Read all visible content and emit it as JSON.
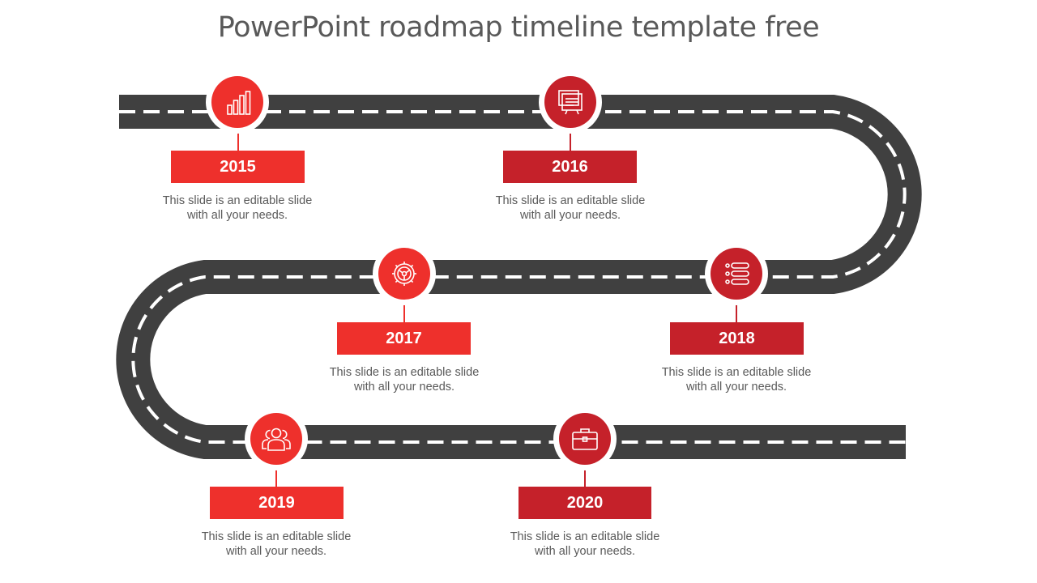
{
  "title": "PowerPoint roadmap timeline template free",
  "colors": {
    "road": "#404040",
    "lane_marking": "#ffffff",
    "accent_bright": "#ee302c",
    "accent_dark": "#c5212a",
    "text": "#595959"
  },
  "milestones": [
    {
      "year": "2015",
      "description": "This slide is an editable slide with all your needs.",
      "icon": "bar-chart-icon",
      "color": "#ee302c"
    },
    {
      "year": "2016",
      "description": "This slide is an editable slide with all your needs.",
      "icon": "presentation-board-icon",
      "color": "#c5212a"
    },
    {
      "year": "2017",
      "description": "This slide is an editable slide with all your needs.",
      "icon": "steering-gear-icon",
      "color": "#ee302c"
    },
    {
      "year": "2018",
      "description": "This slide is an editable slide with all your needs.",
      "icon": "list-icon",
      "color": "#c5212a"
    },
    {
      "year": "2019",
      "description": "This slide is an editable slide with all your needs.",
      "icon": "users-group-icon",
      "color": "#ee302c"
    },
    {
      "year": "2020",
      "description": "This slide is an editable slide with all your needs.",
      "icon": "briefcase-icon",
      "color": "#c5212a"
    }
  ]
}
